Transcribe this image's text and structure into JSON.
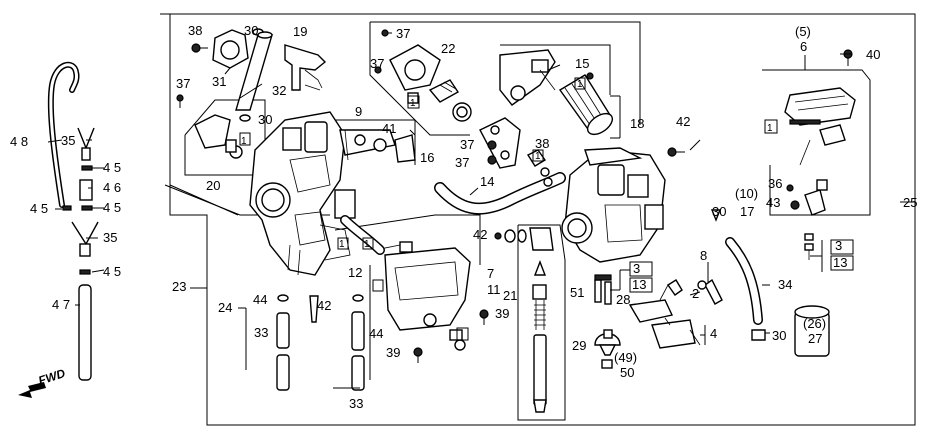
{
  "diagram": {
    "fwd_label": "FWD",
    "labels": {
      "p1a": "1",
      "p1b": "1",
      "p1c": "1",
      "p1d": "1",
      "p1e": "1",
      "p1f": "1",
      "p1g": "1",
      "p2": "2",
      "p3a": "3",
      "p3b": "3",
      "p4": "4",
      "p5": "(5)",
      "p6": "6",
      "p7": "7",
      "p8": "8",
      "p9": "9",
      "p10": "(10)",
      "p11": "11",
      "p12": "12",
      "p13a": "13",
      "p13b": "13",
      "p14": "14",
      "p15": "15",
      "p16": "16",
      "p17": "17",
      "p18": "18",
      "p19": "19",
      "p20": "20",
      "p21": "21",
      "p22": "22",
      "p23": "23",
      "p24": "24",
      "p25": "25",
      "p26": "(26)",
      "p27": "27",
      "p28": "28",
      "p29": "29",
      "p30a": "30",
      "p30b": "30",
      "p30c": "30",
      "p30d": "30",
      "p31": "31",
      "p32": "32",
      "p33a": "33",
      "p33b": "33",
      "p34": "34",
      "p35a": "35",
      "p35b": "35",
      "p36": "36",
      "p37a": "37",
      "p37b": "37",
      "p37c": "37",
      "p37d": "37",
      "p37e": "37",
      "p38a": "38",
      "p38b": "38",
      "p39a": "39",
      "p39b": "39",
      "p40": "40",
      "p41": "41",
      "p42a": "42",
      "p42b": "42",
      "p42c": "42",
      "p43": "43",
      "p44a": "44",
      "p44b": "44",
      "p45a": "4 5",
      "p45b": "4 5",
      "p45c": "4 5",
      "p45d": "4 5",
      "p46": "4 6",
      "p47": "4 7",
      "p48": "4 8",
      "p49": "(49)",
      "p50": "50",
      "p51": "51"
    }
  }
}
